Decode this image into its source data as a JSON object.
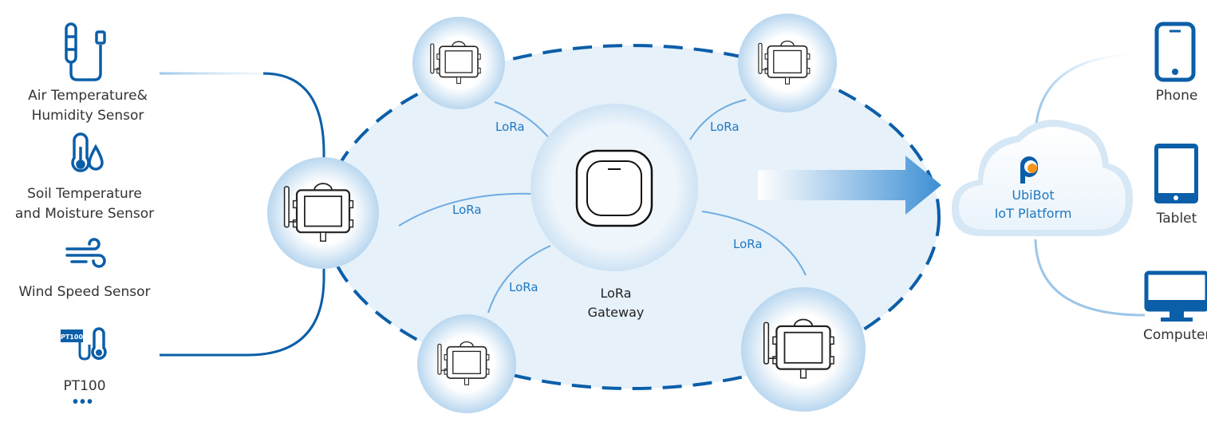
{
  "sensors": [
    {
      "label_line1": "Air Temperature&",
      "label_line2": "Humidity Sensor",
      "icon": "thermo-probe-icon"
    },
    {
      "label_line1": "Soil Temperature",
      "label_line2": "and Moisture Sensor",
      "icon": "soil-thermometer-icon"
    },
    {
      "label_line1": "Wind Speed Sensor",
      "label_line2": "",
      "icon": "wind-icon"
    },
    {
      "label_line1": "PT100",
      "label_line2": "",
      "icon": "pt100-icon",
      "badge": "PT100"
    }
  ],
  "more_indicator": "•••",
  "lora_labels": [
    "LoRa",
    "LoRa",
    "LoRa",
    "LoRa",
    "LoRa"
  ],
  "gateway": {
    "line1": "LoRa",
    "line2": "Gateway"
  },
  "cloud": {
    "line1": "UbiBot",
    "line2": "IoT Platform"
  },
  "devices": [
    {
      "label": "Phone",
      "icon": "phone-icon"
    },
    {
      "label": "Tablet",
      "icon": "tablet-icon"
    },
    {
      "label": "Computer",
      "icon": "computer-icon"
    }
  ],
  "colors": {
    "primary": "#0b5ea8",
    "accent": "#1f78c1",
    "light_fill": "#e6f1fa",
    "orange": "#f7941d"
  }
}
